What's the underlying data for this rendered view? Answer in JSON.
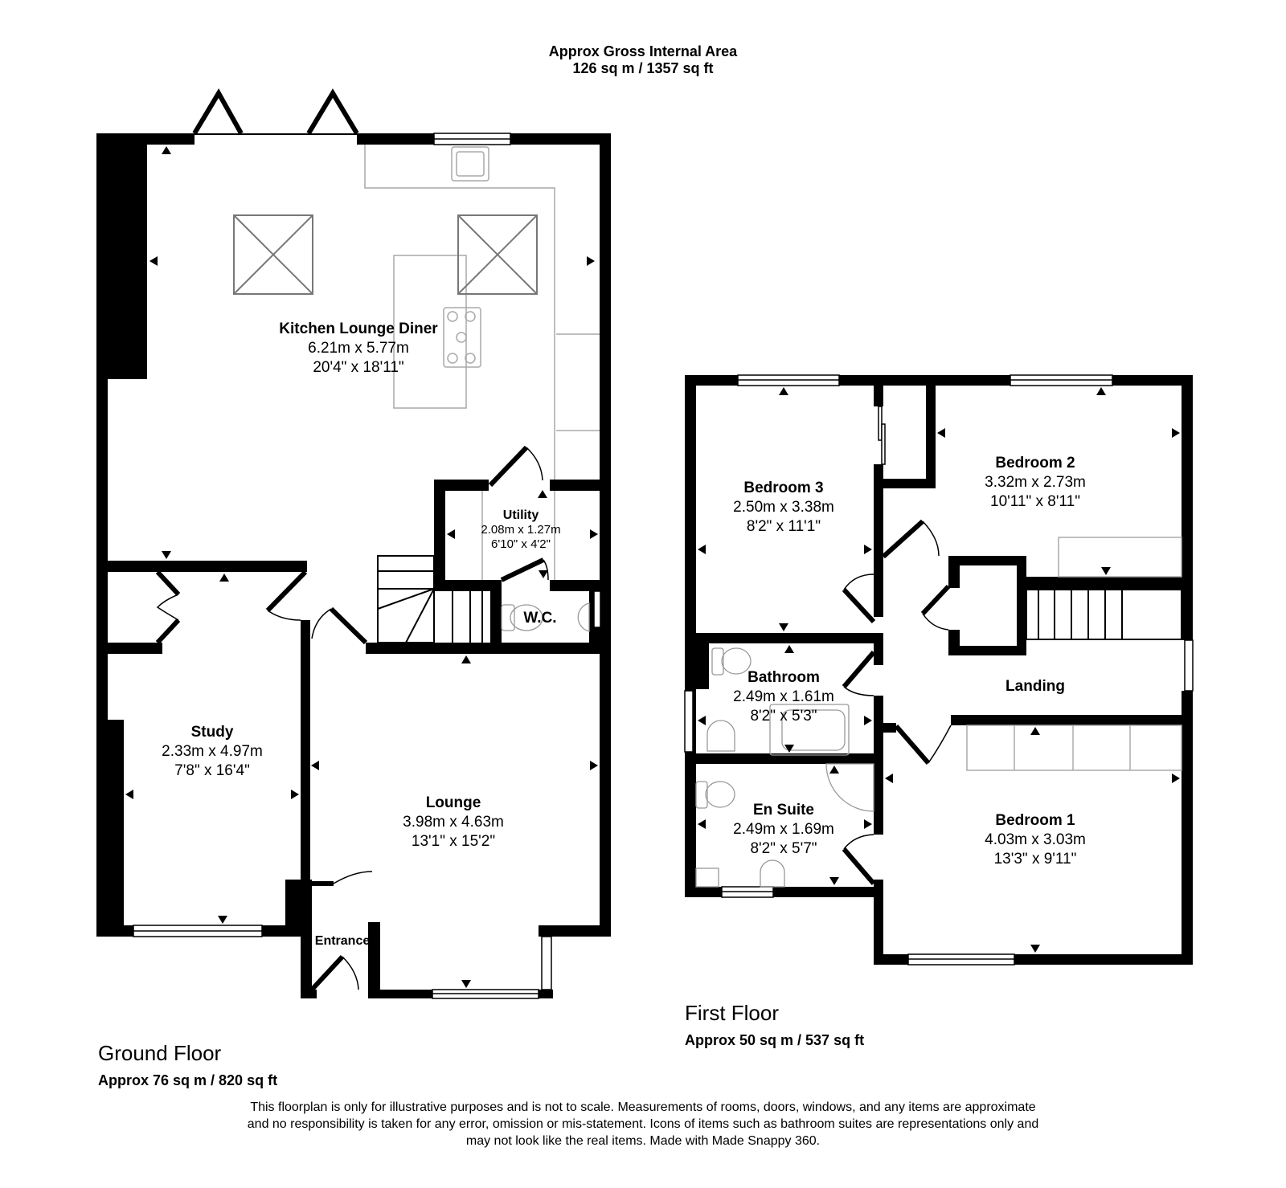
{
  "header": {
    "gia_title": "Approx Gross Internal Area",
    "gia_area": "126 sq m / 1357 sq ft"
  },
  "ground_floor": {
    "title": "Ground Floor",
    "area": "Approx 76 sq m / 820 sq ft",
    "rooms": [
      {
        "name": "Kitchen Lounge Diner",
        "metric": "6.21m x 5.77m",
        "imperial": "20'4\" x 18'11\""
      },
      {
        "name": "Utility",
        "metric": "2.08m x 1.27m",
        "imperial": "6'10\" x 4'2\""
      },
      {
        "name": "W.C.",
        "metric": "",
        "imperial": ""
      },
      {
        "name": "Study",
        "metric": "2.33m x 4.97m",
        "imperial": "7'8\" x 16'4\""
      },
      {
        "name": "Lounge",
        "metric": "3.98m x 4.63m",
        "imperial": "13'1\" x 15'2\""
      },
      {
        "name": "Entrance",
        "metric": "",
        "imperial": ""
      }
    ]
  },
  "first_floor": {
    "title": "First Floor",
    "area": "Approx 50 sq m / 537 sq ft",
    "rooms": [
      {
        "name": "Bedroom 3",
        "metric": "2.50m x 3.38m",
        "imperial": "8'2\" x 11'1\""
      },
      {
        "name": "Bedroom 2",
        "metric": "3.32m x 2.73m",
        "imperial": "10'11\" x 8'11\""
      },
      {
        "name": "Bathroom",
        "metric": "2.49m x 1.61m",
        "imperial": "8'2\" x 5'3\""
      },
      {
        "name": "Landing",
        "metric": "",
        "imperial": ""
      },
      {
        "name": "En Suite",
        "metric": "2.49m x 1.69m",
        "imperial": "8'2\" x 5'7\""
      },
      {
        "name": "Bedroom 1",
        "metric": "4.03m x 3.03m",
        "imperial": "13'3\" x 9'11\""
      }
    ]
  },
  "footer": {
    "disclaimer_line1": "This floorplan is only for illustrative purposes and is not to scale. Measurements of rooms, doors, windows, and any items are approximate",
    "disclaimer_line2": "and no responsibility is taken for any error, omission or mis-statement. Icons of items such as bathroom suites are representations only and",
    "disclaimer_line3": "may not look like the real items. Made with Made Snappy 360."
  },
  "colors": {
    "wall": "#000000",
    "fixture": "#9a9a9a",
    "background": "#ffffff"
  }
}
